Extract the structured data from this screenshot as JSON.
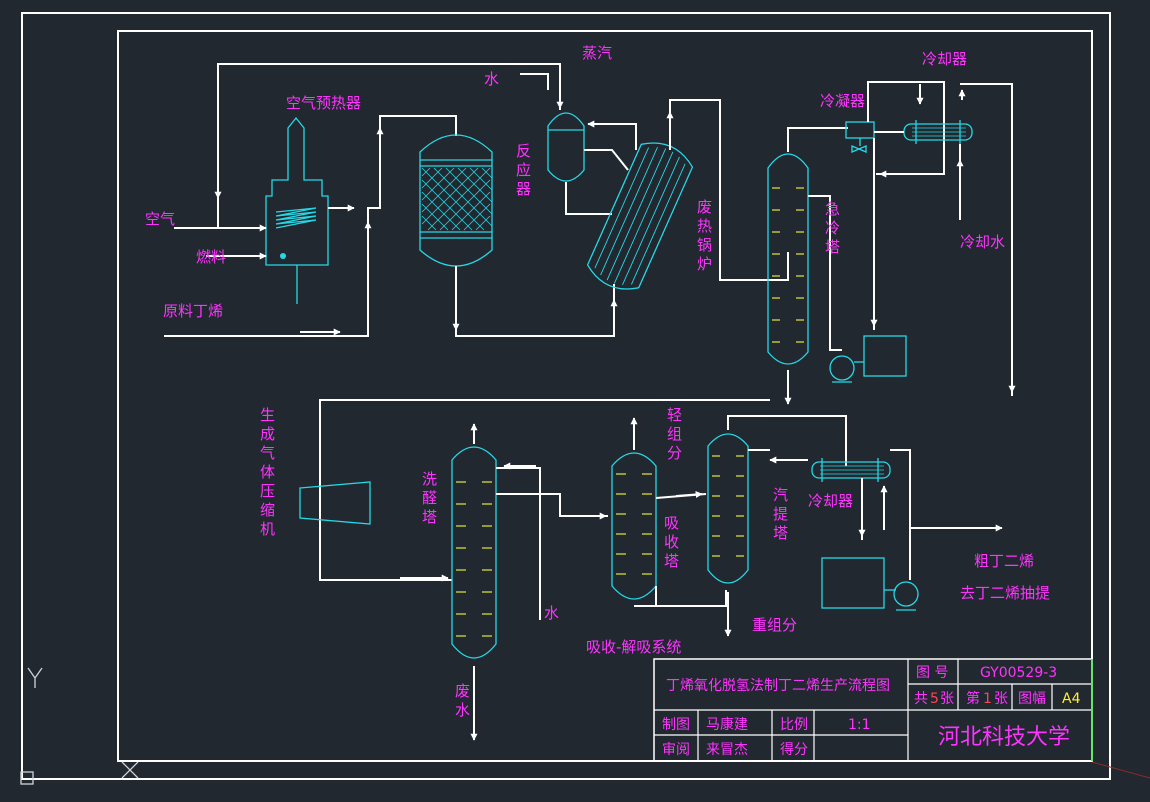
{
  "labels": {
    "steam": "蒸汽",
    "water_top": "水",
    "condenser_top": "冷凝器",
    "cooler_top": "冷却器",
    "air_preheater": "空气预热器",
    "air": "空气",
    "fuel": "燃料",
    "feed_butene": "原料丁烯",
    "reactor": "反应器",
    "waste_heat_boiler": "废热锅炉",
    "quench_tower": "急冷塔",
    "cooling_water": "冷却水",
    "compressor": "生成气体压缩机",
    "wash_tower": "洗醛塔",
    "water_bottom": "水",
    "waste_water": "废水",
    "light_components": "轻组分",
    "absorption_tower": "吸收塔",
    "absorption_system": "吸收-解吸系统",
    "stripping_tower": "汽提塔",
    "cooler_bottom": "冷却器",
    "heavy_components": "重组分",
    "crude_butadiene_1": "粗丁二烯",
    "crude_butadiene_2": "去丁二烯抽提"
  },
  "title_block": {
    "drawing_title": "丁烯氧化脱氢法制丁二烯生产流程图",
    "drawing_no_label": "图  号",
    "drawing_no": "GY00529-3",
    "total_label_pre": "共",
    "total_value": "5",
    "total_label_post": "张",
    "sheet_label_pre": "第",
    "sheet_value": "1",
    "sheet_label_post": "张",
    "size_label": "图幅",
    "size_value": "A4",
    "drawn_label": "制图",
    "drawn_by": "马康建",
    "scale_label": "比例",
    "scale_value": "1:1",
    "checked_label": "审阅",
    "checked_by": "来冒杰",
    "score_label": "得分",
    "institution": "河北科技大学"
  },
  "colors": {
    "background": "#212830",
    "lines": "#ffffff",
    "equipment": "#25d8e6",
    "text": "#ff33ff",
    "trays": "#e6e63a",
    "title_border": "#33dd33"
  },
  "icons": [
    "ucs-y-axis-icon",
    "ucs-origin-icon"
  ]
}
